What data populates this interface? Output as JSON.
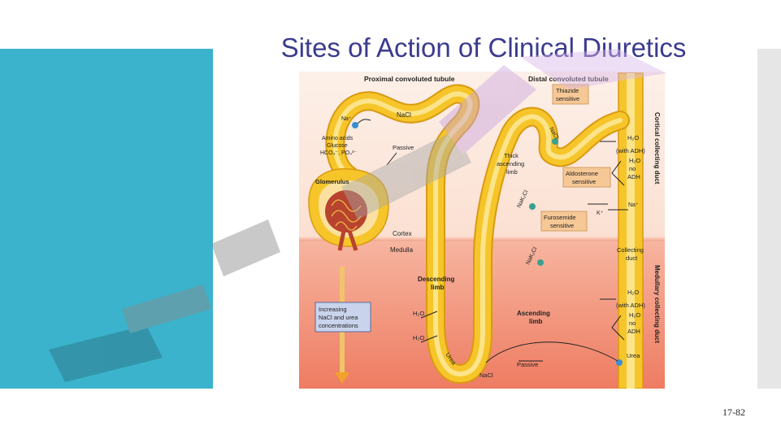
{
  "slide": {
    "title": "Sites of Action of Clinical Diuretics",
    "page_number": "17-82"
  },
  "diagram": {
    "headings": {
      "proximal": "Proximal convoluted tubule",
      "distal": "Distal convoluted tubule",
      "cortical_duct": "Cortical collecting duct",
      "medullary_duct": "Medullary collecting duct"
    },
    "labels": {
      "na_plus": "Na⁺",
      "nacl_proximal": "NaCl",
      "amino_line1": "Amino acids",
      "amino_line2": "Glucose",
      "amino_line3": "HCO₃⁻, PO₄³⁻",
      "passive_proximal": "Passive",
      "glomerulus": "Glomerulus",
      "cortex": "Cortex",
      "medulla": "Medulla",
      "increasing_line1": "Increasing",
      "increasing_line2": "NaCl and urea",
      "increasing_line3": "concentrations",
      "descending_line1": "Descending",
      "descending_line2": "limb",
      "h2o_desc1": "H₂O",
      "h2o_desc2": "H₂O",
      "urea_loop": "Urea",
      "nacl_loop": "NaCl",
      "passive_loop": "Passive",
      "ascending_line1": "Ascending",
      "ascending_line2": "limb",
      "thick_line1": "Thick",
      "thick_line2": "ascending",
      "thick_line3": "limb",
      "nakcl_upper": "NaK₂Cl",
      "nakcl_lower": "NaK₂Cl",
      "thiazide_line1": "Thiazide",
      "thiazide_line2": "sensitive",
      "nacl_distal": "NaCl",
      "aldosterone_line1": "Aldosterone",
      "aldosterone_line2": "sensitive",
      "furosemide_line1": "Furosemide",
      "furosemide_line2": "sensitive",
      "h2o_cort": "H₂O",
      "with_adh_cort": "(with ADH)",
      "h2o_cort_no": "H₂O",
      "no_cort": "no",
      "adh_cort": "ADH",
      "na_cort": "Na⁺",
      "k_cort": "K⁺",
      "collecting_line1": "Collecting",
      "collecting_line2": "duct",
      "h2o_med": "H₂O",
      "with_adh_med": "(with ADH)",
      "h2o_med_no": "H₂O",
      "no_med": "no",
      "adh_med": "ADH",
      "urea_duct": "Urea"
    }
  },
  "colors": {
    "tubule": "#f6c52a",
    "cortex_bg": "#fbe4d6",
    "medulla_bg": "#f08a70",
    "teal": "#3bb3cc",
    "title": "#3b3b8f"
  }
}
